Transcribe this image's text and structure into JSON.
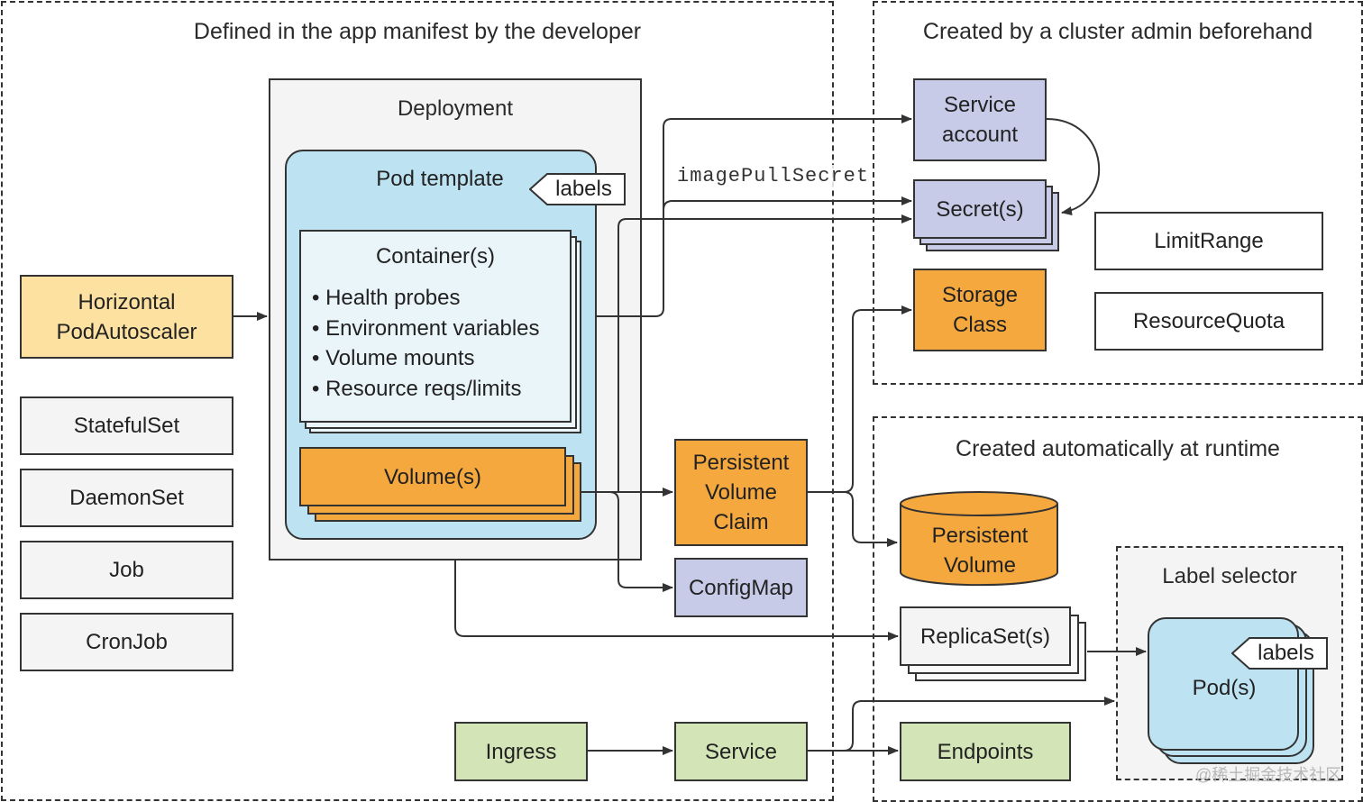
{
  "regions": {
    "developer": {
      "title": "Defined in the app manifest by the developer"
    },
    "cluster_admin": {
      "title": "Created by a cluster admin beforehand"
    },
    "runtime": {
      "title": "Created automatically at runtime"
    },
    "label_selector": {
      "title": "Label selector"
    }
  },
  "deployment": {
    "title": "Deployment",
    "pod_template": {
      "title": "Pod template",
      "labels_tag": "labels",
      "containers": {
        "title": "Container(s)",
        "features": [
          "Health probes",
          "Environment variables",
          "Volume mounts",
          "Resource reqs/limits"
        ]
      },
      "volumes": "Volume(s)"
    }
  },
  "left_objects": {
    "hpa": [
      "Horizontal",
      "PodAutoscaler"
    ],
    "statefulset": "StatefulSet",
    "daemonset": "DaemonSet",
    "job": "Job",
    "cronjob": "CronJob"
  },
  "middle_objects": {
    "pvc": [
      "Persistent",
      "Volume",
      "Claim"
    ],
    "configmap": "ConfigMap",
    "ingress": "Ingress",
    "service": "Service"
  },
  "admin_objects": {
    "service_account": [
      "Service",
      "account"
    ],
    "secrets": "Secret(s)",
    "storage_class": [
      "Storage",
      "Class"
    ],
    "limit_range": "LimitRange",
    "resource_quota": "ResourceQuota"
  },
  "runtime_objects": {
    "persistent_volume": [
      "Persistent",
      "Volume"
    ],
    "replicasets": "ReplicaSet(s)",
    "endpoints": "Endpoints",
    "pods": "Pod(s)",
    "pods_labels_tag": "labels"
  },
  "annotations": {
    "image_pull_secret": "imagePullSecret"
  },
  "watermark": "@稀土掘金技术社区",
  "colors": {
    "yellow": "#fde1a0",
    "orange": "#f5a83e",
    "purple": "#c7cbe8",
    "green": "#d3e5b7",
    "blue": "#bde3f2",
    "gray": "#f4f4f4",
    "line": "#333333"
  }
}
